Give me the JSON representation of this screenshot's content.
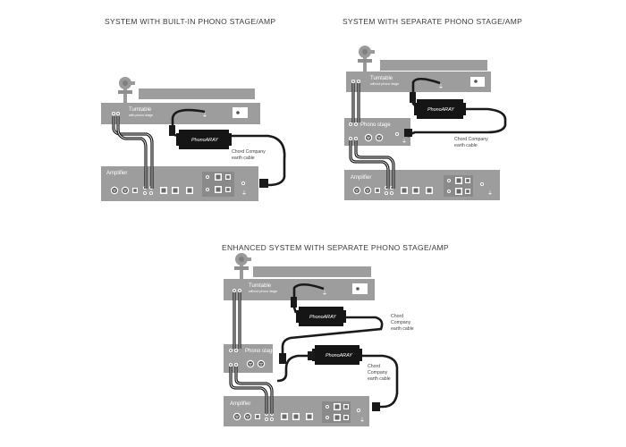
{
  "titles": {
    "builtin": "SYSTEM WITH BUILT-IN PHONO STAGE/AMP",
    "separate": "SYSTEM WITH SEPARATE PHONO STAGE/AMP",
    "enhanced": "ENHANCED SYSTEM WITH SEPARATE PHONO STAGE/AMP"
  },
  "diagram1": {
    "turntable": "Turntable",
    "turntable_sub": "with phono stage",
    "amplifier": "Amplifier",
    "phonoaray": "PhonoARAY",
    "earth_line1": "Chord Company",
    "earth_line2": "earth cable"
  },
  "diagram2": {
    "turntable": "Turntable",
    "turntable_sub": "without phono stage",
    "phono_stage": "Phono stage",
    "amplifier": "Amplifier",
    "phonoaray": "PhonoARAY",
    "earth_line1": "Chord Company",
    "earth_line2": "earth cable"
  },
  "diagram3": {
    "turntable": "Turntable",
    "turntable_sub": "without phono stage",
    "phono_stage": "Phono stage",
    "amplifier": "Amplifier",
    "phonoaray_1": "PhonoARAY",
    "phonoaray_2": "PhonoARAY",
    "earth1_line1": "Chord",
    "earth1_line2": "Company",
    "earth1_line3": "earth cable",
    "earth2_line1": "Chord",
    "earth2_line2": "Company",
    "earth2_line3": "earth cable"
  },
  "colors": {
    "chassis": "#9d9d9d",
    "chassis_dark": "#8a8a8a",
    "cable": "#1a1a1a",
    "box": "#151515"
  }
}
